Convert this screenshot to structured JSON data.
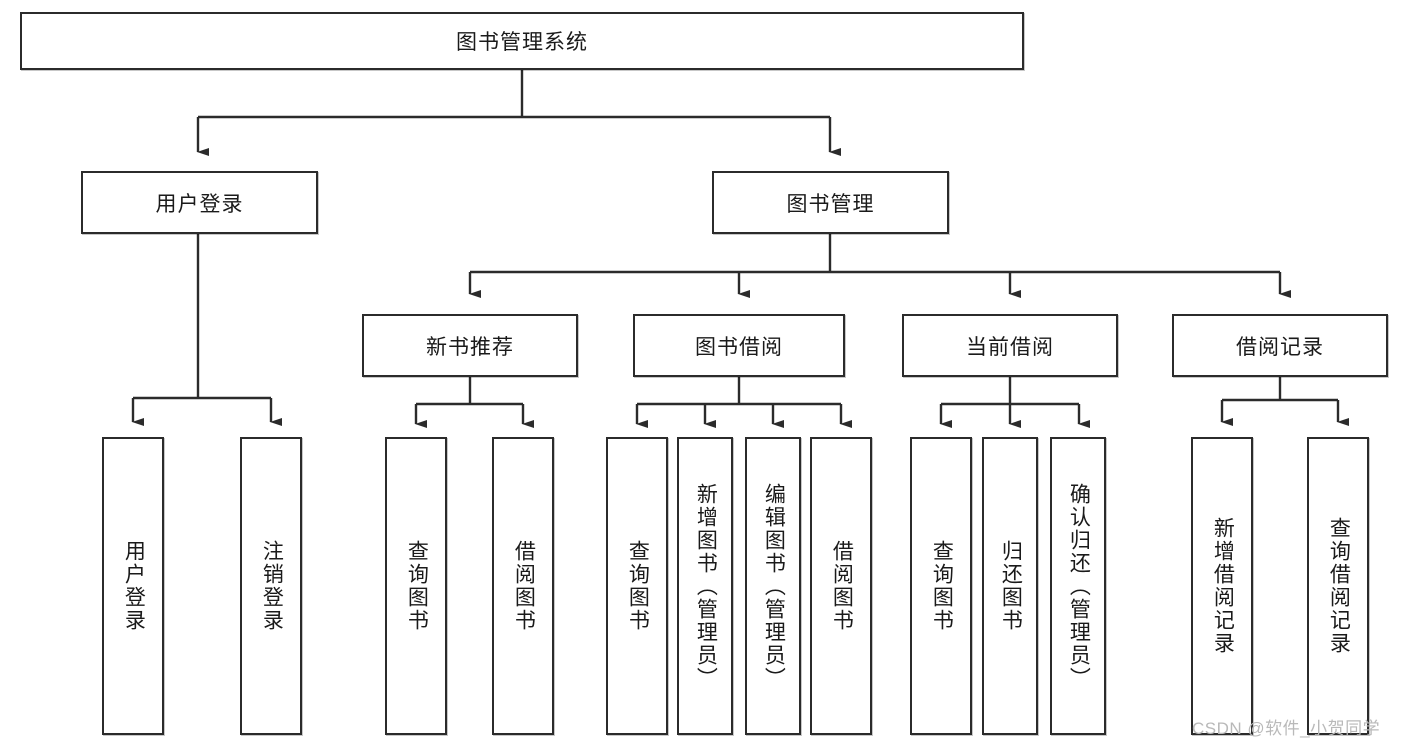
{
  "diagram": {
    "title": "图书管理系统",
    "type": "tree-hierarchy",
    "watermark": "CSDN @软件_小贺同学",
    "root": {
      "label": "图书管理系统"
    },
    "level1": [
      {
        "label": "用户登录"
      },
      {
        "label": "图书管理"
      }
    ],
    "level2": [
      {
        "label": "新书推荐"
      },
      {
        "label": "图书借阅"
      },
      {
        "label": "当前借阅"
      },
      {
        "label": "借阅记录"
      }
    ],
    "leaves": {
      "user_login": [
        {
          "label": "用户登录"
        },
        {
          "label": "注销登录"
        }
      ],
      "new_book_recommend": [
        {
          "label": "查询图书"
        },
        {
          "label": "借阅图书"
        }
      ],
      "book_borrow": [
        {
          "label": "查询图书"
        },
        {
          "label": "新增图书（管理员）"
        },
        {
          "label": "编辑图书（管理员）"
        },
        {
          "label": "借阅图书"
        }
      ],
      "current_borrow": [
        {
          "label": "查询图书"
        },
        {
          "label": "归还图书"
        },
        {
          "label": "确认归还（管理员）"
        }
      ],
      "borrow_record": [
        {
          "label": "新增借阅记录"
        },
        {
          "label": "查询借阅记录"
        }
      ]
    },
    "colors": {
      "stroke": "#2b2b2b",
      "fill": "#ffffff",
      "text": "#1a1a1a",
      "watermark": "#b9b9b9"
    }
  }
}
